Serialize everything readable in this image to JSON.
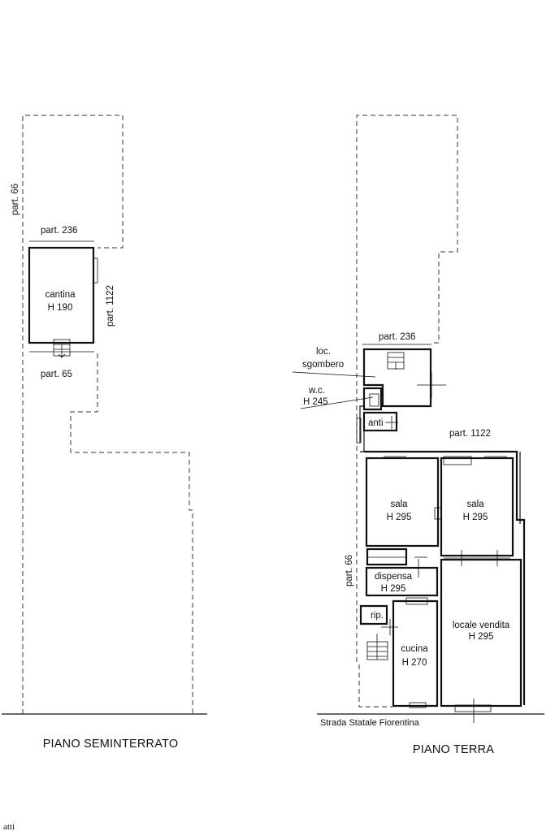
{
  "left_plan": {
    "title": "PIANO SEMINTERRATO",
    "label_part66": "part. 66",
    "label_part236": "part. 236",
    "label_part1122": "part. 1122",
    "label_part65": "part. 65",
    "room_cantina_name": "cantina",
    "room_cantina_height": "H 190"
  },
  "right_plan": {
    "title": "PIANO TERRA",
    "label_part236": "part. 236",
    "label_part1122": "part. 1122",
    "label_part66": "part. 66",
    "label_loc": "loc.",
    "label_sgombero": "sgombero",
    "label_wc": "w.c.",
    "label_wc_height": "H 245",
    "label_anti": "anti",
    "room_sala1_name": "sala",
    "room_sala1_height": "H 295",
    "room_sala2_name": "sala",
    "room_sala2_height": "H 295",
    "room_dispensa_name": "dispensa",
    "room_dispensa_height": "H 295",
    "room_rip_name": "rip.",
    "room_cucina_name": "cucina",
    "room_cucina_height": "H 270",
    "room_locale_name": "locale vendita",
    "room_locale_height": "H 295",
    "road_label": "Strada Statale Fiorentina"
  },
  "corner_fragment": "atti"
}
